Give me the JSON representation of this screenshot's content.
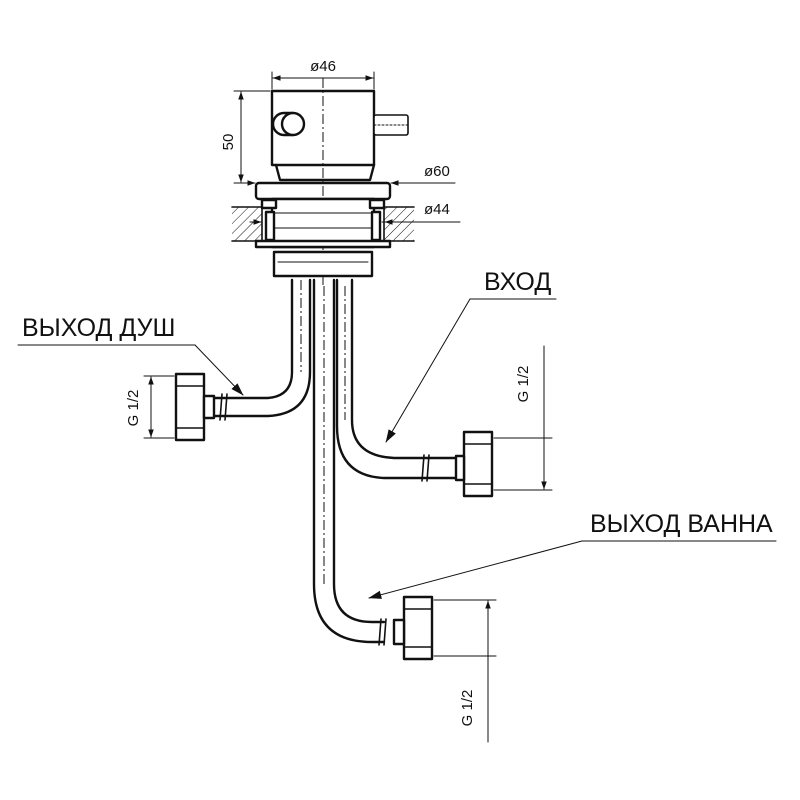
{
  "labels": {
    "shower_out": "ВЫХОД ДУШ",
    "inlet": "ВХОД",
    "bath_out": "ВЫХОД ВАННА"
  },
  "dimensions": {
    "body_diameter": "ø46",
    "height": "50",
    "flange_diameter": "ø60",
    "hole_diameter": "ø44",
    "thread_shower": "G 1/2",
    "thread_inlet": "G 1/2",
    "thread_bath": "G 1/2"
  }
}
